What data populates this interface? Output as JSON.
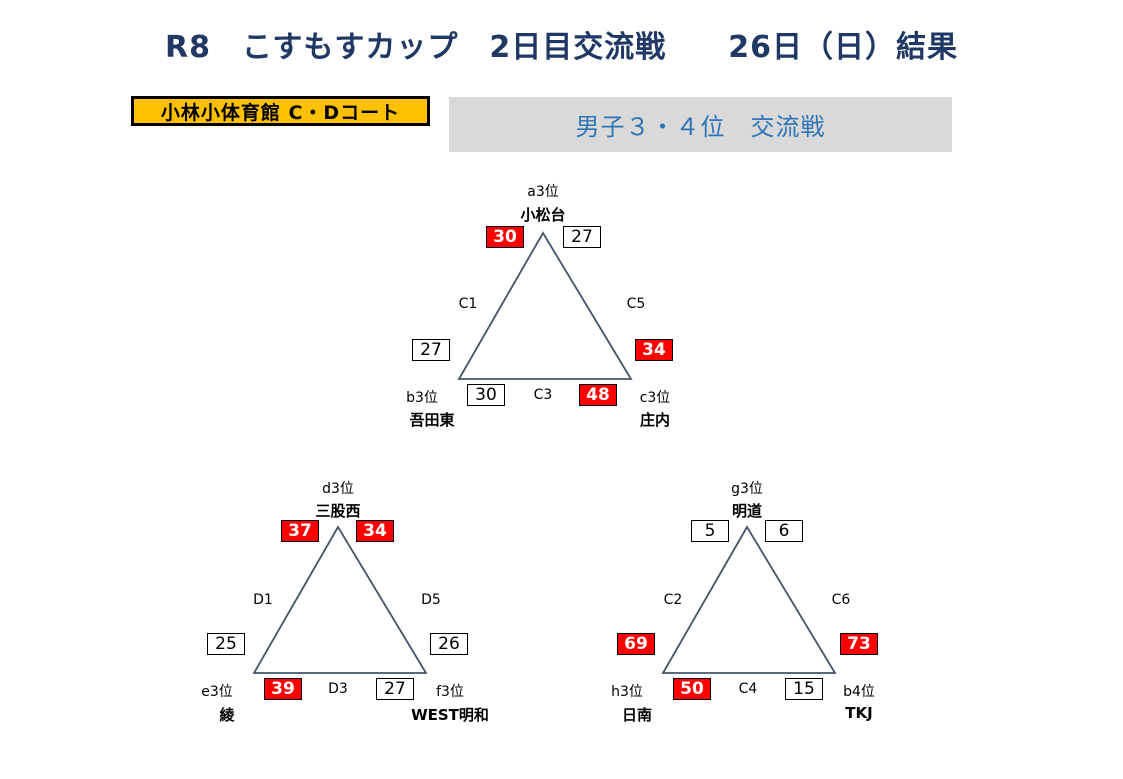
{
  "title": "R8　こすもすカップ　2日目交流戦　　26日（日）結果",
  "venue": "小林小体育館 C・Dコート",
  "category": "男子３・４位　交流戦",
  "groups": [
    {
      "top": {
        "rank": "a3位",
        "team": "小松台",
        "score_left": "30",
        "score_right": "27"
      },
      "left": {
        "rank": "b3位",
        "team": "吾田東",
        "score_up": "27",
        "score_bottom": "30"
      },
      "right": {
        "rank": "c3位",
        "team": "庄内",
        "score_up": "34",
        "score_bottom": "48"
      },
      "courts": {
        "left": "C1",
        "right": "C5",
        "bottom": "C3"
      }
    },
    {
      "top": {
        "rank": "d3位",
        "team": "三股西",
        "score_left": "37",
        "score_right": "34"
      },
      "left": {
        "rank": "e3位",
        "team": "綾",
        "score_up": "25",
        "score_bottom": "39"
      },
      "right": {
        "rank": "f3位",
        "team": "WEST明和",
        "score_up": "26",
        "score_bottom": "27"
      },
      "courts": {
        "left": "D1",
        "right": "D5",
        "bottom": "D3"
      }
    },
    {
      "top": {
        "rank": "g3位",
        "team": "明道",
        "score_left": "5",
        "score_right": "6"
      },
      "left": {
        "rank": "h3位",
        "team": "日南",
        "score_up": "69",
        "score_bottom": "50"
      },
      "right": {
        "rank": "b4位",
        "team": "TKJ",
        "score_up": "73",
        "score_bottom": "15"
      },
      "courts": {
        "left": "C2",
        "right": "C6",
        "bottom": "C4"
      }
    }
  ],
  "colors": {
    "title": "#1f3864",
    "venue_bg": "#ffc000",
    "category_bg": "#d9d9d9",
    "category_text": "#2e75b6",
    "win_bg": "#ff0000"
  }
}
